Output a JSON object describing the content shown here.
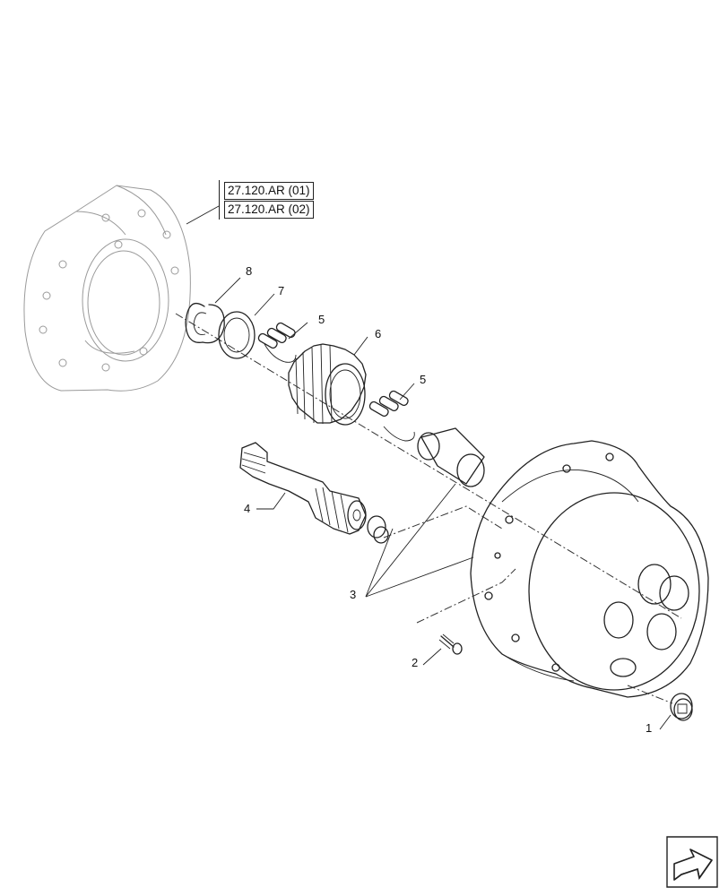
{
  "references": [
    {
      "label": "27.120.AR (01)"
    },
    {
      "label": "27.120.AR (02)"
    }
  ],
  "callouts": [
    "1",
    "2",
    "3",
    "4",
    "5",
    "5",
    "6",
    "7",
    "8"
  ],
  "navigation": {
    "icon": "next-page-arrow-icon"
  }
}
